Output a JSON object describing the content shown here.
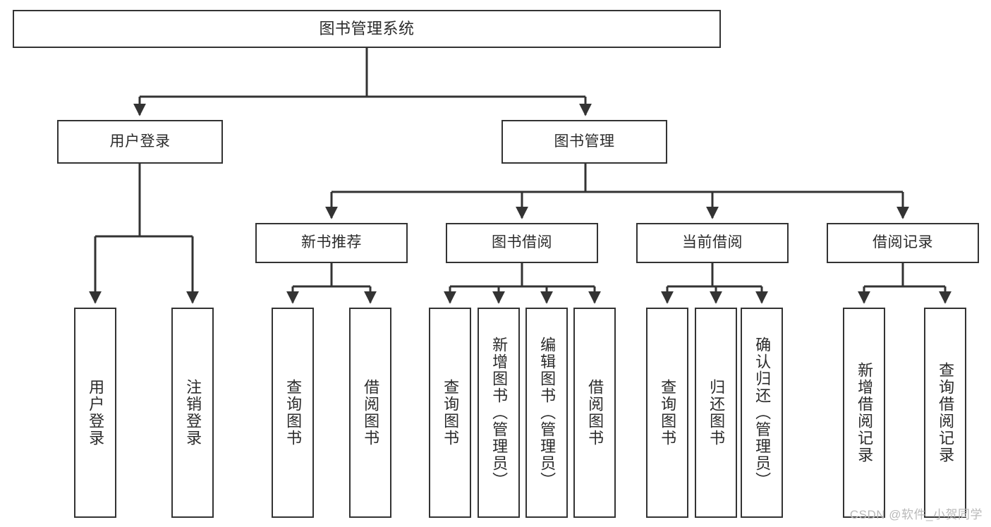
{
  "diagram": {
    "title": "图书管理系统",
    "type": "tree-hierarchy-functional-structure",
    "root": {
      "label": "图书管理系统"
    },
    "level2": [
      {
        "label": "用户登录"
      },
      {
        "label": "图书管理"
      }
    ],
    "level3": [
      {
        "label": "新书推荐"
      },
      {
        "label": "图书借阅"
      },
      {
        "label": "当前借阅"
      },
      {
        "label": "借阅记录"
      }
    ],
    "leaves": {
      "user_login": [
        {
          "label": "用户登录"
        },
        {
          "label": "注销登录"
        }
      ],
      "new_book_recommend": [
        {
          "label": "查询图书"
        },
        {
          "label": "借阅图书"
        }
      ],
      "book_borrow": [
        {
          "label": "查询图书"
        },
        {
          "label": "新增图书（管理员）"
        },
        {
          "label": "编辑图书（管理员）"
        },
        {
          "label": "借阅图书"
        }
      ],
      "current_borrow": [
        {
          "label": "查询图书"
        },
        {
          "label": "归还图书"
        },
        {
          "label": "确认归还（管理员）"
        }
      ],
      "borrow_record": [
        {
          "label": "新增借阅记录"
        },
        {
          "label": "查询借阅记录"
        }
      ]
    }
  },
  "watermark": {
    "text": "CSDN @软件_小贺同学"
  },
  "colors": {
    "stroke": "#333333",
    "background": "#ffffff",
    "text": "#2b2b2b",
    "watermark": "#b9b9b9"
  }
}
